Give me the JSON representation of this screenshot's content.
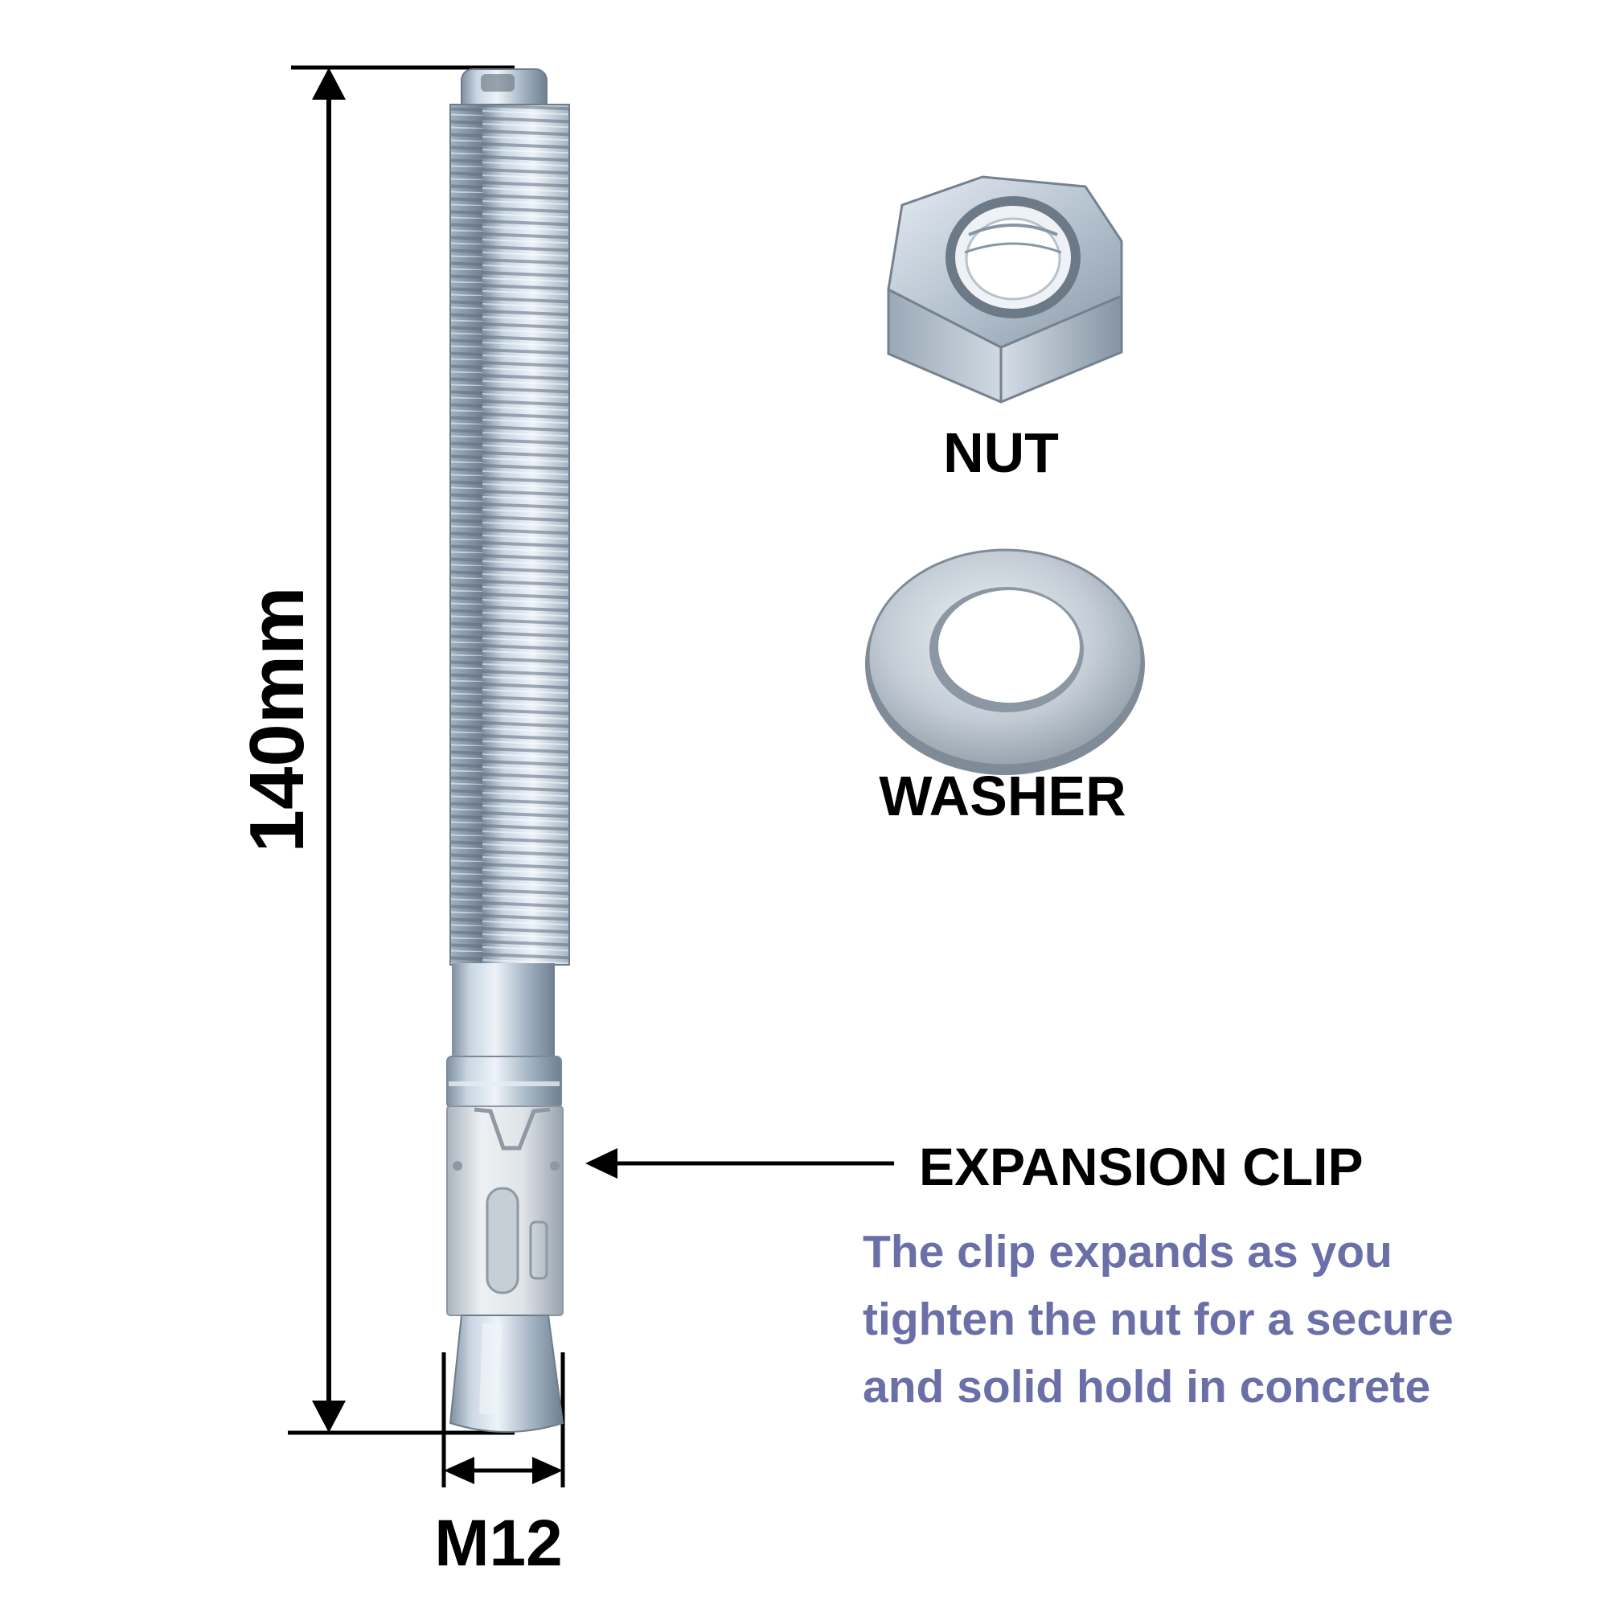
{
  "dimensions": {
    "length_label": "140mm",
    "diameter_label": "M12"
  },
  "parts": {
    "nut_label": "NUT",
    "washer_label": "WASHER"
  },
  "callout": {
    "title": "EXPANSION CLIP",
    "description_lines": [
      "The clip expands as you",
      "tighten the nut for a secure",
      "and solid hold in concrete"
    ]
  },
  "colors": {
    "text": "#000000",
    "description_text": "#6b6fa8",
    "metal": "#b9c8d6",
    "metal_shadow": "#7e8d9c",
    "metal_highlight": "#eef3f8"
  },
  "icons": {
    "bolt": "wedge-anchor-bolt-icon",
    "nut": "hex-nut-icon",
    "washer": "washer-icon"
  }
}
